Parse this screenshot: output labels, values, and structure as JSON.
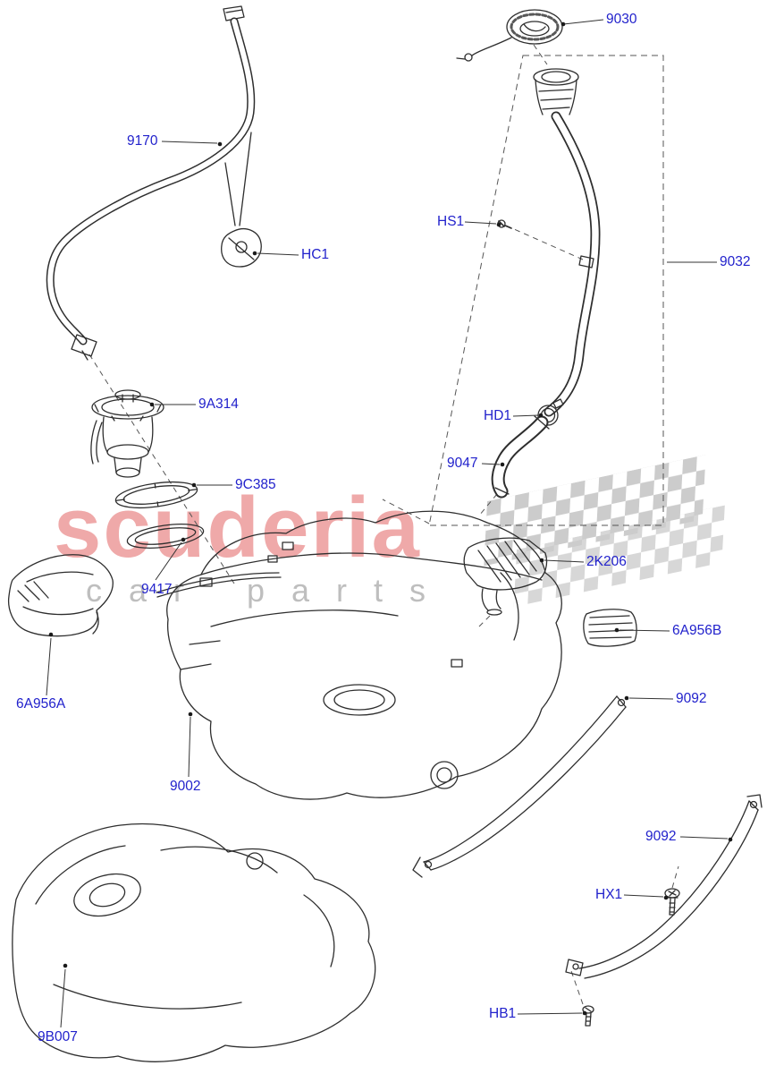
{
  "watermark": {
    "brand": "scuderia",
    "sub": "car parts"
  },
  "colors": {
    "label": "#2222cc",
    "art_line": "#2e2e2e",
    "watermark_brand": "#e05555",
    "watermark_sub": "#9c9c9c"
  },
  "labels": [
    {
      "part": "9030",
      "text": "9030"
    },
    {
      "part": "9170",
      "text": "9170"
    },
    {
      "part": "HC1",
      "text": "HC1"
    },
    {
      "part": "HS1",
      "text": "HS1"
    },
    {
      "part": "9032",
      "text": "9032"
    },
    {
      "part": "9A314",
      "text": "9A314"
    },
    {
      "part": "HD1",
      "text": "HD1"
    },
    {
      "part": "9047",
      "text": "9047"
    },
    {
      "part": "9C385",
      "text": "9C385"
    },
    {
      "part": "9417",
      "text": "9417"
    },
    {
      "part": "2K206",
      "text": "2K206"
    },
    {
      "part": "6A956B",
      "text": "6A956B"
    },
    {
      "part": "6A956A",
      "text": "6A956A"
    },
    {
      "part": "9092",
      "text": "9092"
    },
    {
      "part": "9002",
      "text": "9002"
    },
    {
      "part": "9092",
      "text": "9092"
    },
    {
      "part": "HX1",
      "text": "HX1"
    },
    {
      "part": "9B007",
      "text": "9B007"
    },
    {
      "part": "HB1",
      "text": "HB1"
    }
  ]
}
